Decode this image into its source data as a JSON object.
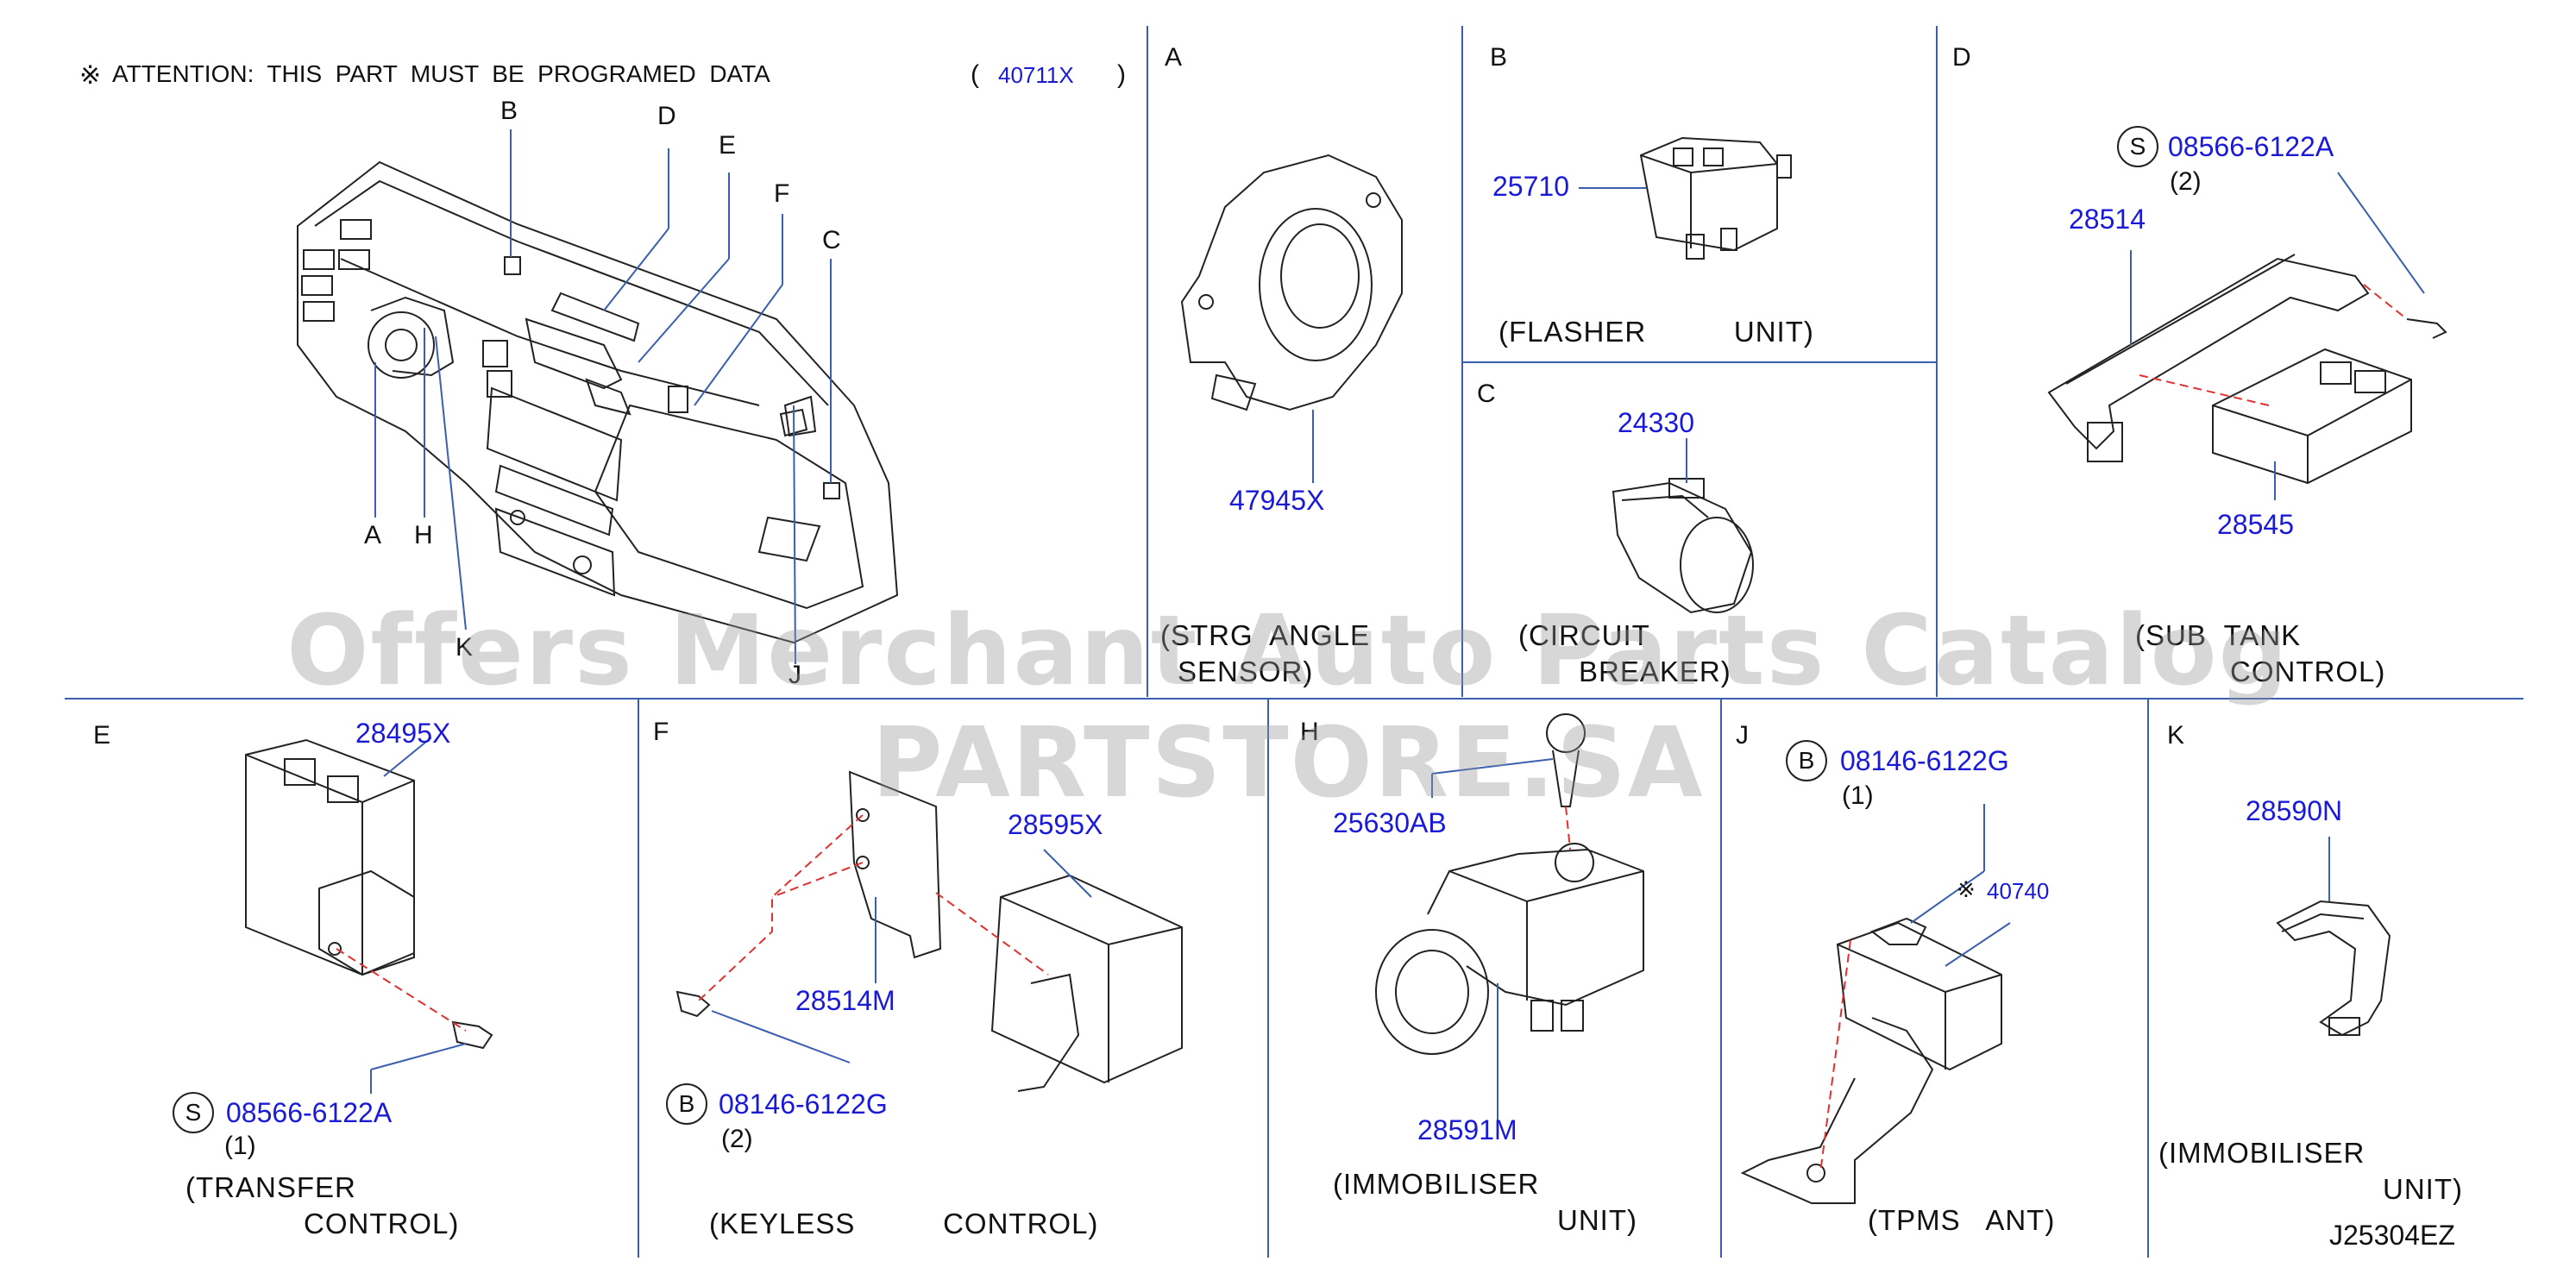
{
  "header": {
    "attention_mark": "※",
    "attention_text": "ATTENTION:  THIS  PART  MUST  BE  PROGRAMED  DATA",
    "open_paren": "(",
    "data_code": "40711X",
    "close_paren": ")"
  },
  "overview": {
    "callouts": [
      "B",
      "D",
      "E",
      "F",
      "C",
      "A",
      "H",
      "K",
      "J"
    ]
  },
  "panels": {
    "A": {
      "letter": "A",
      "part": "47945X",
      "caption1": "(STRG  ANGLE",
      "caption2": "SENSOR)"
    },
    "B": {
      "letter": "B",
      "part": "25710",
      "caption1": "(FLASHER          UNIT)"
    },
    "C": {
      "letter": "C",
      "part": "24330",
      "caption1": "(CIRCUIT",
      "caption2": "BREAKER)"
    },
    "D": {
      "letter": "D",
      "bolt_marker": "S",
      "bolt_part": "08566-6122A",
      "bolt_qty": "(2)",
      "bracket_part": "28514",
      "unit_part": "28545",
      "caption1": "(SUB  TANK",
      "caption2": "CONTROL)"
    },
    "E": {
      "letter": "E",
      "part": "28495X",
      "bolt_marker": "S",
      "bolt_part": "08566-6122A",
      "bolt_qty": "(1)",
      "caption1": "(TRANSFER",
      "caption2": "CONTROL)"
    },
    "F": {
      "letter": "F",
      "unit_part": "28595X",
      "bracket_part": "28514M",
      "bolt_marker": "B",
      "bolt_part": "08146-6122G",
      "bolt_qty": "(2)",
      "caption1": "(KEYLESS          CONTROL)"
    },
    "H": {
      "letter": "H",
      "screw_part": "25630AB",
      "unit_part": "28591M",
      "caption1": "(IMMOBILISER",
      "caption2": "UNIT)"
    },
    "J": {
      "letter": "J",
      "bolt_marker": "B",
      "bolt_part": "08146-6122G",
      "bolt_qty": "(1)",
      "mark": "※",
      "unit_part": "40740",
      "caption1": "(TPMS   ANT)"
    },
    "K": {
      "letter": "K",
      "part": "28590N",
      "caption1": "(IMMOBILISER",
      "caption2": "UNIT)"
    }
  },
  "footer": {
    "diagram_code": "J25304EZ"
  },
  "watermark": "Offers Merchant Auto Parts Catalog PARTSTORE.SA",
  "colors": {
    "part_number": "#1a1ad6",
    "leader": "#3a5fb0",
    "dash": "#e03030",
    "line": "#222222"
  }
}
